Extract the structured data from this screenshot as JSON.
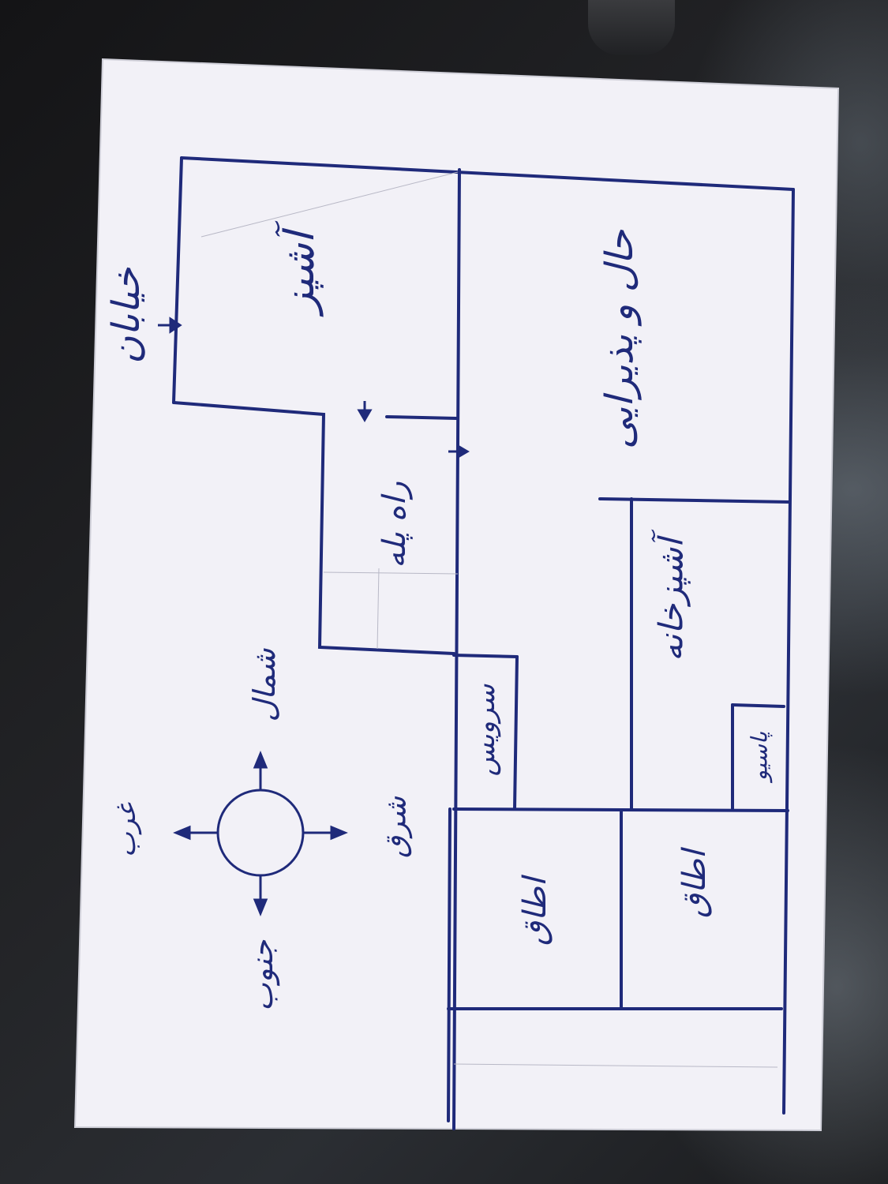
{
  "floor_plan": {
    "rooms": {
      "kitchen": "آشپزخانه",
      "hall": "حال و پذیرایی",
      "stairs": "راه پله",
      "service": "سرویس",
      "bedroom_top": "اطاق",
      "bedroom_bottom": "اطاق",
      "bath": "پاسیو",
      "yard": "آشپز"
    },
    "street": "خیابان",
    "compass": {
      "north": "شمال",
      "south": "جنوب",
      "east": "شرق",
      "west": "غرب"
    },
    "ink_color": "#1f2a7a"
  }
}
